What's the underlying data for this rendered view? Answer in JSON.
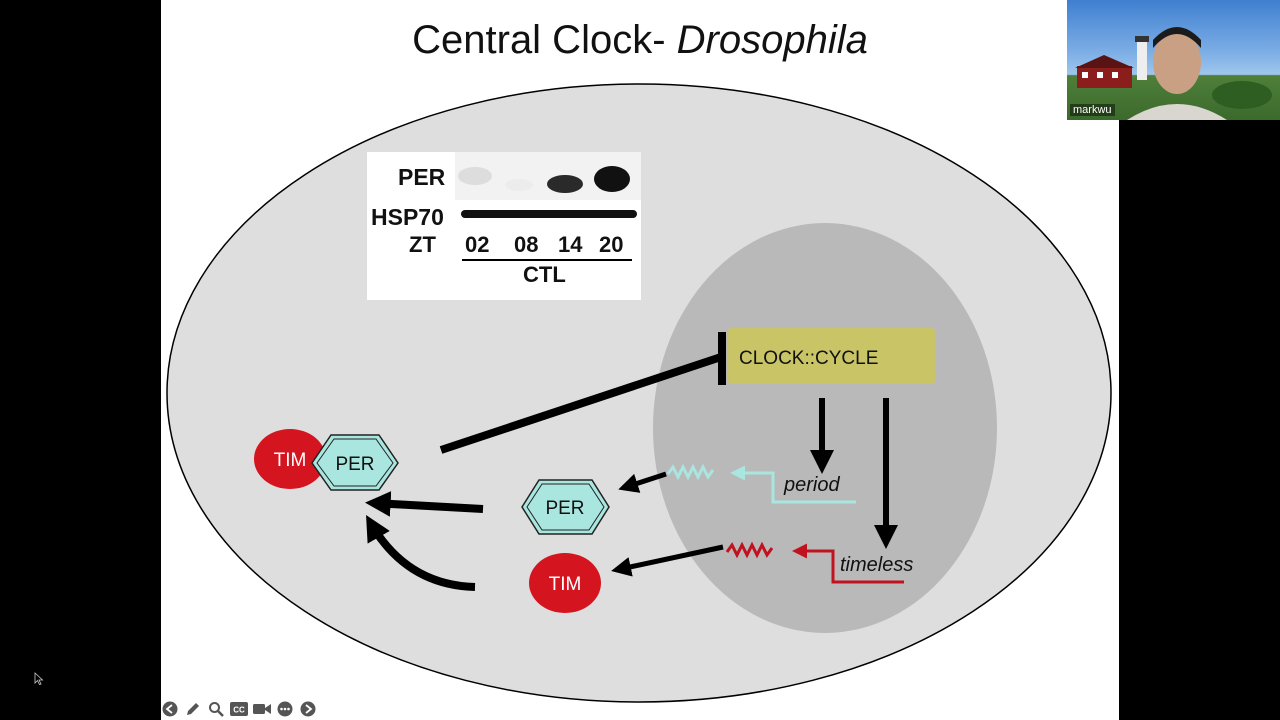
{
  "slide": {
    "title_main": "Central Clock- ",
    "title_italic": "Drosophila"
  },
  "blot": {
    "row1_label": "PER",
    "row2_label": "HSP70",
    "zt_label": "ZT",
    "lanes": [
      "02",
      "08",
      "14",
      "20"
    ],
    "group_label": "CTL"
  },
  "diagram": {
    "complex_label": "CLOCK::CYCLE",
    "gene_period": "period",
    "gene_timeless": "timeless",
    "protein_per": "PER",
    "protein_tim": "TIM",
    "colors": {
      "cell": "#dedede",
      "nucleus": "#b9b9b9",
      "complex": "#c9c466",
      "per": "#a8e6df",
      "tim": "#d4151f",
      "timeless_mrna": "#c1121f"
    }
  },
  "video": {
    "participant_name": "markwu"
  },
  "toolbar": {
    "icons": [
      "back-icon",
      "pen-icon",
      "zoom-icon",
      "captions-icon",
      "camera-icon",
      "more-icon",
      "forward-icon"
    ],
    "captions_label": "CC"
  }
}
